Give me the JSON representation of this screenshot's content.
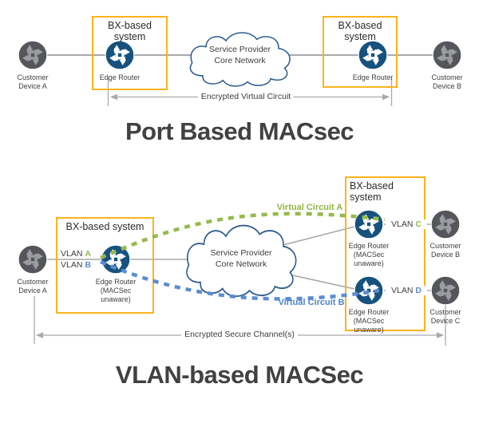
{
  "top_diagram": {
    "title": "Port Based MACsec",
    "box_left_label": "BX-based system",
    "box_right_label": "BX-based system",
    "cloud_label": "Service Provider\nCore Network",
    "nodes": {
      "customer_a": "Customer\nDevice A",
      "edge_router_left": "Edge Router",
      "edge_router_right": "Edge Router",
      "customer_b": "Customer\nDevice B"
    },
    "dimension_label": "Encrypted Virtual Circuit"
  },
  "bottom_diagram": {
    "title": "VLAN-based MACSec",
    "box_left_label": "BX-based system",
    "box_right_label": "BX-based\nsystem",
    "cloud_label": "Service Provider\nCore Network",
    "nodes": {
      "customer_a": "Customer\nDevice A",
      "customer_b": "Customer\nDevice B",
      "customer_c": "Customer\nDevice C",
      "edge_router_left": "Edge Router\n(MACSec\nunaware)",
      "edge_router_top": "Edge Router\n(MACSec\nunaware)",
      "edge_router_bottom": "Edge Router\n(MACSec\nunaware)"
    },
    "vlan_a": {
      "name": "VLAN",
      "letter": "A"
    },
    "vlan_b": {
      "name": "VLAN",
      "letter": "B"
    },
    "vlan_c": {
      "name": "VLAN",
      "letter": "C"
    },
    "vlan_d": {
      "name": "VLAN",
      "letter": "D"
    },
    "circuit_a_label": "Virtual Circuit A",
    "circuit_b_label": "Virtual Circuit B",
    "dimension_label": "Encrypted Secure Channel(s)"
  },
  "colors": {
    "bx_box_border": "#fcb31c",
    "edge_router_fill": "#16527d",
    "customer_device_fill": "#55565b",
    "customer_icon_arrows": "#9b9da1",
    "cloud_outline": "#2e5d8e",
    "virtual_circuit_a_green": "#95ba4d",
    "virtual_circuit_b_blue": "#5b8cd2",
    "connector_gray": "#a7a9ac",
    "title_text": "#414042"
  }
}
